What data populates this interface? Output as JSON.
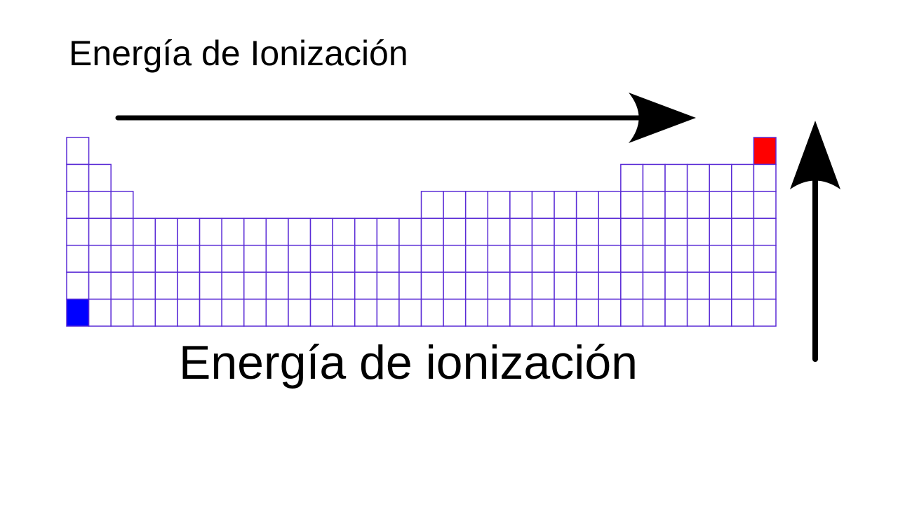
{
  "title": "Energía de Ionización",
  "caption": "Energía de ionización",
  "table": {
    "periods": 7,
    "groups": 32,
    "group_heights": [
      7,
      6,
      5,
      4,
      4,
      4,
      4,
      4,
      4,
      4,
      4,
      4,
      4,
      4,
      4,
      4,
      5,
      5,
      5,
      5,
      5,
      5,
      5,
      5,
      5,
      6,
      6,
      6,
      6,
      6,
      6,
      7
    ],
    "lowest_energy_cell": {
      "group": 1,
      "period": 7
    },
    "highest_energy_cell": {
      "group": 32,
      "period": 1
    }
  },
  "arrows": {
    "horizontal": {
      "direction": "right",
      "icon": "right-arrow-icon"
    },
    "vertical": {
      "direction": "up",
      "icon": "up-arrow-icon"
    }
  },
  "colors": {
    "cell_border": "#5a2bd6",
    "low_energy": "#0000ff",
    "high_energy": "#ff0000",
    "arrow": "#000000",
    "text": "#000000"
  }
}
